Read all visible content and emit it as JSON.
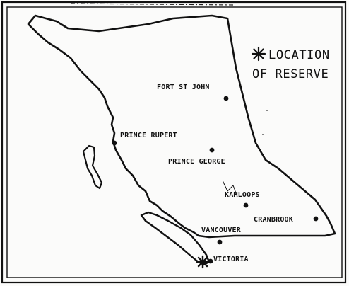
{
  "map": {
    "legend": {
      "symbol": "✱",
      "line1": "LOCATION",
      "line2": "OF RESERVE"
    },
    "cities": {
      "fort_st_john": "FORT ST JOHN",
      "prince_rupert": "PRINCE RUPERT",
      "prince_george": "PRINCE GEORGE",
      "kamloops": "KAMLOOPS",
      "cranbrook": "CRANBROOK",
      "vancouver": "VANCOUVER",
      "victoria": "VICTORIA"
    },
    "colors": {
      "ink": "#111111",
      "paper": "#fbfbfa"
    }
  }
}
